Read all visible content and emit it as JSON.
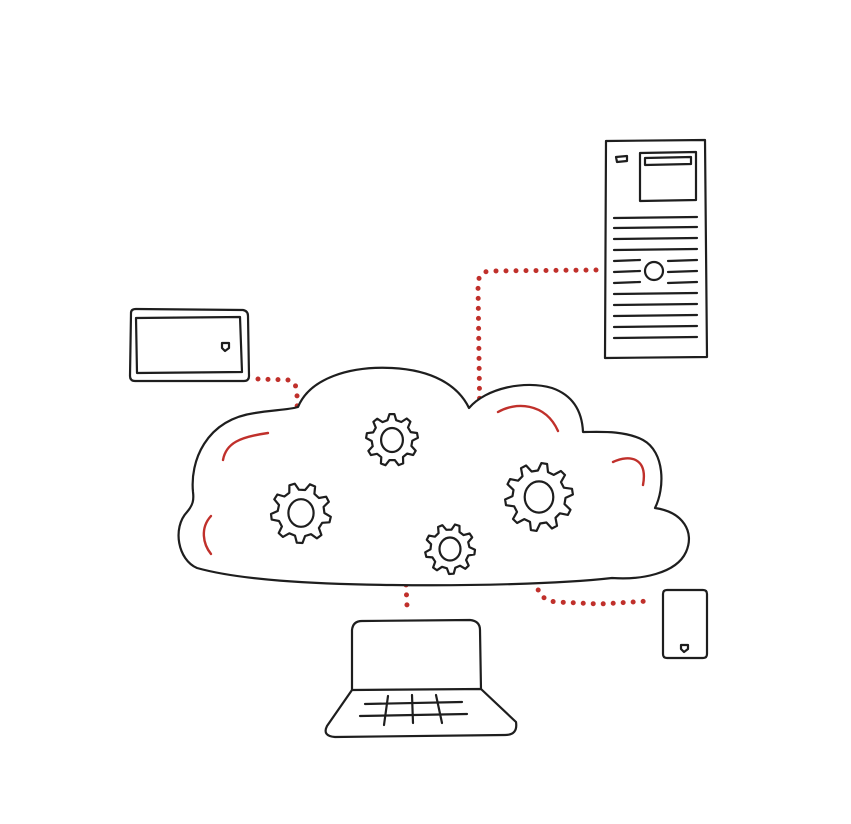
{
  "diagram": {
    "type": "cloud-computing-illustration",
    "nodes": [
      {
        "id": "cloud",
        "icon": "cloud-icon"
      },
      {
        "id": "server",
        "icon": "server-tower-icon"
      },
      {
        "id": "tablet",
        "icon": "tablet-icon"
      },
      {
        "id": "laptop",
        "icon": "laptop-icon"
      },
      {
        "id": "phone",
        "icon": "smartphone-icon"
      },
      {
        "id": "gear-1",
        "icon": "gear-icon"
      },
      {
        "id": "gear-2",
        "icon": "gear-icon"
      },
      {
        "id": "gear-3",
        "icon": "gear-icon"
      },
      {
        "id": "gear-4",
        "icon": "gear-icon"
      }
    ],
    "edges": [
      {
        "from": "tablet",
        "to": "gear-1",
        "style": "dotted"
      },
      {
        "from": "server",
        "to": "gear-3",
        "style": "dotted"
      },
      {
        "from": "gear-2",
        "to": "laptop",
        "style": "dotted"
      },
      {
        "from": "gear-4",
        "to": "phone",
        "style": "dotted"
      }
    ]
  },
  "colors": {
    "background": "#ffffff",
    "ink": "#1e1e1e",
    "accent": "#c0302b"
  }
}
